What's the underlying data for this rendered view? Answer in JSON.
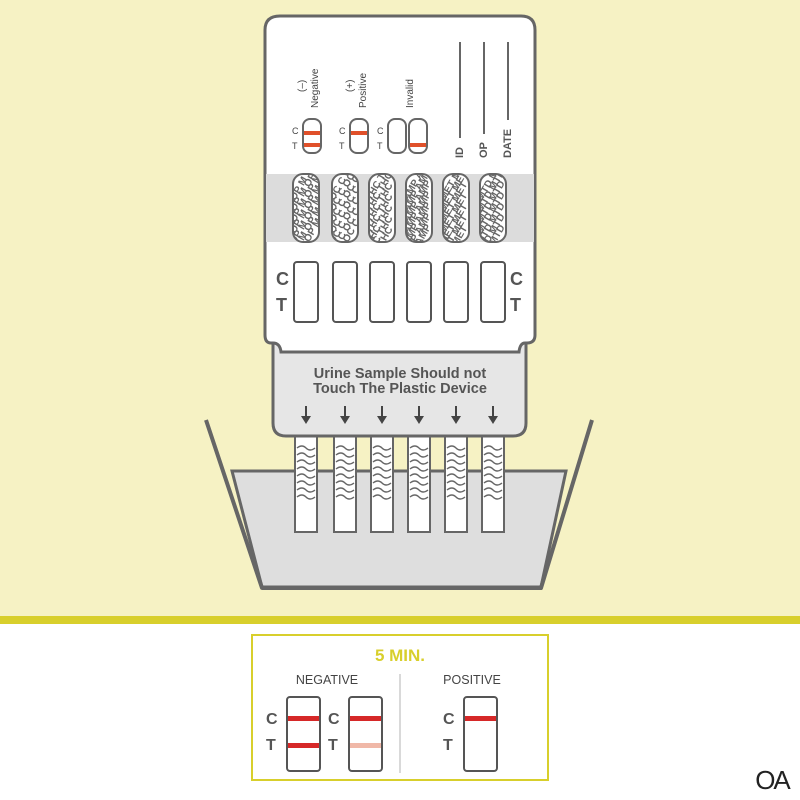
{
  "colors": {
    "background_top": "#f6f2c4",
    "background_bottom": "#ffffff",
    "accent_yellow": "#d8cf2c",
    "outline": "#666666",
    "device_fill": "#ffffff",
    "panel_band": "#dcdcdc",
    "red_line": "#d62828",
    "faint_red_line": "#f0b8a8",
    "orange_line": "#e0502a",
    "liquid": "#dedede"
  },
  "legend": {
    "negative": {
      "sign": "(–)",
      "label": "Negative"
    },
    "positive": {
      "sign": "(+)",
      "label": "Positive"
    },
    "invalid": {
      "label": "Invalid"
    },
    "c_label": "C",
    "t_label": "T"
  },
  "fields": {
    "id": "ID",
    "op": "OP",
    "date": "DATE"
  },
  "drug_panels": [
    {
      "code": "MOP",
      "text": "OP M"
    },
    {
      "code": "COC",
      "text": "OC C"
    },
    {
      "code": "THC",
      "text": "THC"
    },
    {
      "code": "AMP",
      "text": "AMP"
    },
    {
      "code": "MET",
      "text": "MET"
    },
    {
      "code": "MTD",
      "text": "MTD"
    }
  ],
  "window_labels": {
    "c": "C",
    "t": "T"
  },
  "warning": {
    "line1": "Urine Sample Should not",
    "line2": "Touch The Plastic Device"
  },
  "result_card": {
    "time": "5 MIN.",
    "negative_label": "NEGATIVE",
    "positive_label": "POSITIVE",
    "c": "C",
    "t": "T"
  },
  "logo": {
    "text": "OA"
  }
}
